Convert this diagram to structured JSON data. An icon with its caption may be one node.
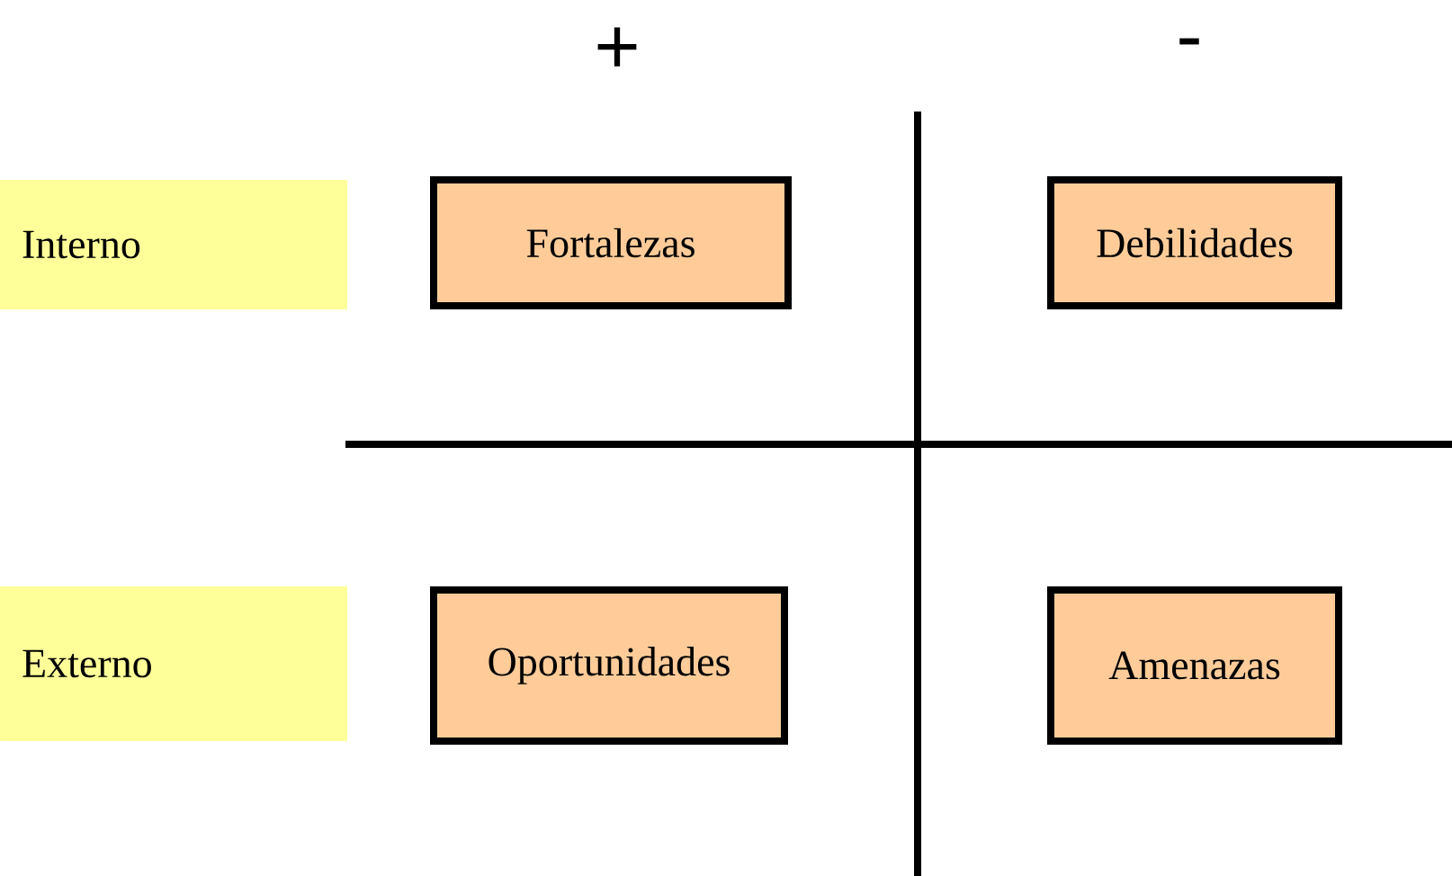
{
  "diagram": {
    "nodes": [
      {
        "text": [
          "Interno"
        ]
      },
      {
        "text": [
          "Fortalezas"
        ]
      },
      {
        "text": [
          "Debilidades"
        ]
      },
      {
        "text": [
          "Externo"
        ]
      },
      {
        "text": [
          "Oportunidades"
        ]
      },
      {
        "text": [
          "Amenazas"
        ]
      }
    ],
    "labels": [
      "+",
      "-"
    ]
  }
}
